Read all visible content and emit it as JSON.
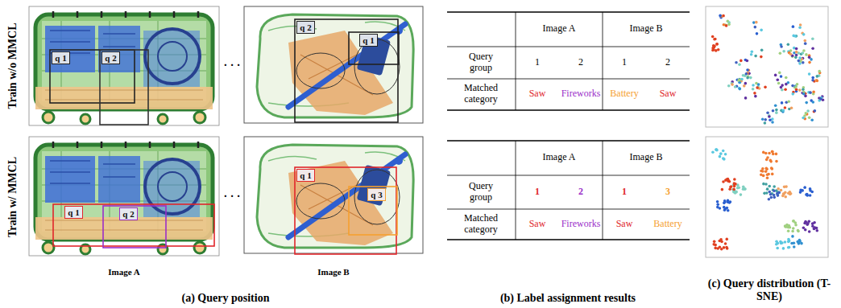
{
  "diagram": {
    "nodes": [
      {
        "text": [
          "q 1"
        ]
      },
      {
        "text": [
          "q 2"
        ]
      },
      {
        "text": [
          "q 2"
        ]
      },
      {
        "text": [
          "q 1"
        ]
      },
      {
        "text": [
          "q 1"
        ]
      },
      {
        "text": [
          "q 2"
        ]
      },
      {
        "text": [
          "q 1"
        ]
      },
      {
        "text": [
          "q 3"
        ]
      }
    ],
    "labels": [
      "Train w/o MMCL",
      "Train w/ MMCL",
      "· · ·",
      "· · ·",
      "Image A",
      "Image B",
      "(a) Query position",
      "(b) Label assignment results",
      "(c) Query distribution (T-SNE)",
      "Image A",
      "Image B",
      "Query group",
      "1",
      "2",
      "1",
      "2",
      "Matched category",
      "Saw",
      "Fireworks",
      "Battery",
      "Saw",
      "Image A",
      "Image B",
      "Query group",
      "1",
      "2",
      "1",
      "3",
      "Matched category",
      "Saw",
      "Fireworks",
      "Saw",
      "Battery"
    ]
  }
}
